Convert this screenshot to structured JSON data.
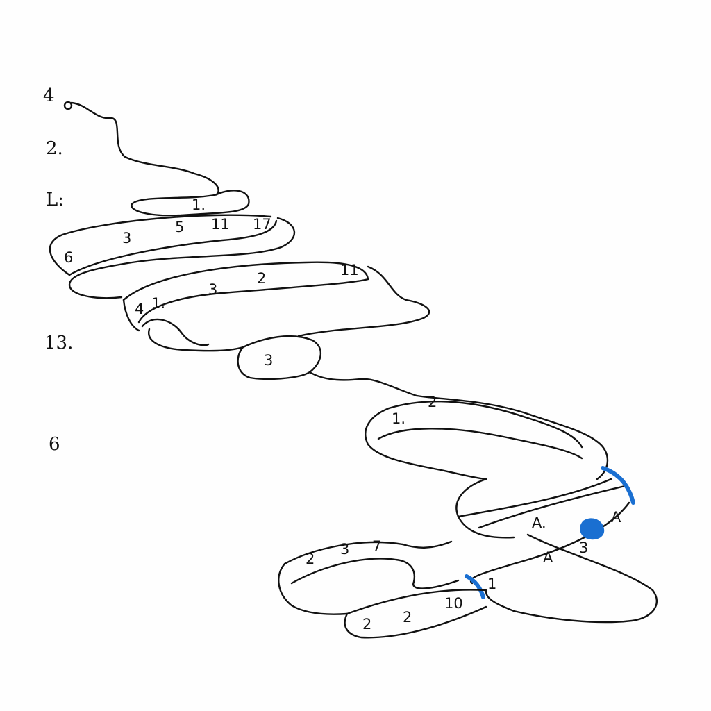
{
  "colors": {
    "ink": "#111111",
    "accent": "#1a6fd1",
    "paper": "#fefefe"
  },
  "margin_labels": [
    "4",
    "2.",
    "L:",
    "13.",
    "6"
  ],
  "ribbon_marks": [
    {
      "id": "top",
      "text": "1."
    },
    {
      "id": "r1a",
      "text": "3"
    },
    {
      "id": "r1b",
      "text": "5"
    },
    {
      "id": "r1c",
      "text": "11"
    },
    {
      "id": "r1d",
      "text": "17"
    },
    {
      "id": "r1e",
      "text": "6"
    },
    {
      "id": "r2a",
      "text": "1."
    },
    {
      "id": "r2b",
      "text": "3"
    },
    {
      "id": "r2c",
      "text": "2"
    },
    {
      "id": "r2d",
      "text": "11"
    },
    {
      "id": "r2e",
      "text": "4"
    },
    {
      "id": "mid",
      "text": "3"
    },
    {
      "id": "r3a",
      "text": "1."
    },
    {
      "id": "r3b",
      "text": "2"
    },
    {
      "id": "r4a",
      "text": "A."
    },
    {
      "id": "r4b",
      "text": "3"
    },
    {
      "id": "r4c",
      "text": "A"
    },
    {
      "id": "r5a",
      "text": "1"
    },
    {
      "id": "r5b",
      "text": "A"
    },
    {
      "id": "r6a",
      "text": "2"
    },
    {
      "id": "r6b",
      "text": "3"
    },
    {
      "id": "r6c",
      "text": "7"
    },
    {
      "id": "r7a",
      "text": "2"
    },
    {
      "id": "r7b",
      "text": "2"
    },
    {
      "id": "r7c",
      "text": "10"
    }
  ]
}
